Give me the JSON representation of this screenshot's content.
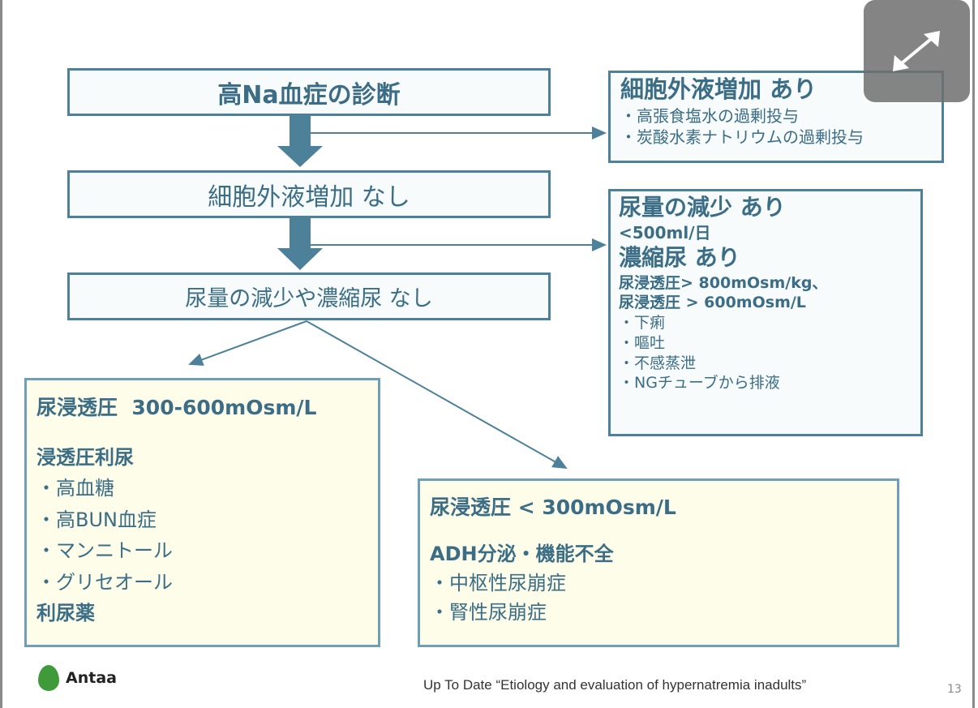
{
  "flow": {
    "box1": "高Na血症の診断",
    "box2": "細胞外液増加 なし",
    "box3": "尿量の減少や濃縮尿 なし"
  },
  "right1": {
    "title": "細胞外液増加 あり",
    "items": [
      "・高張食塩水の過剰投与",
      "・炭酸水素ナトリウムの過剰投与"
    ]
  },
  "right2": {
    "title1": "尿量の減少 あり",
    "sub1": "<500ml/日",
    "title2": "濃縮尿 あり",
    "sub2": "尿浸透圧> 800mOsm/kg、",
    "sub3": "尿浸透圧 > 600mOsm/L",
    "items": [
      "・下痢",
      "・嘔吐",
      "・不感蒸泄",
      "・NGチューブから排液"
    ]
  },
  "left_bottom": {
    "title": "尿浸透圧  300-600mOsm/L",
    "heading": "浸透圧利尿",
    "items": [
      "・高血糖",
      "・高BUN血症",
      "・マンニトール",
      "・グリセオール"
    ],
    "footer": "利尿薬"
  },
  "right_bottom": {
    "title": "尿浸透圧 < 300mOsm/L",
    "heading": "ADH分泌・機能不全",
    "items": [
      "・中枢性尿崩症",
      "・腎性尿崩症"
    ]
  },
  "footer": {
    "logo": "Antaa",
    "citation": "Up To Date “Etiology and evaluation of hypernatremia inadults”",
    "page": "13"
  }
}
